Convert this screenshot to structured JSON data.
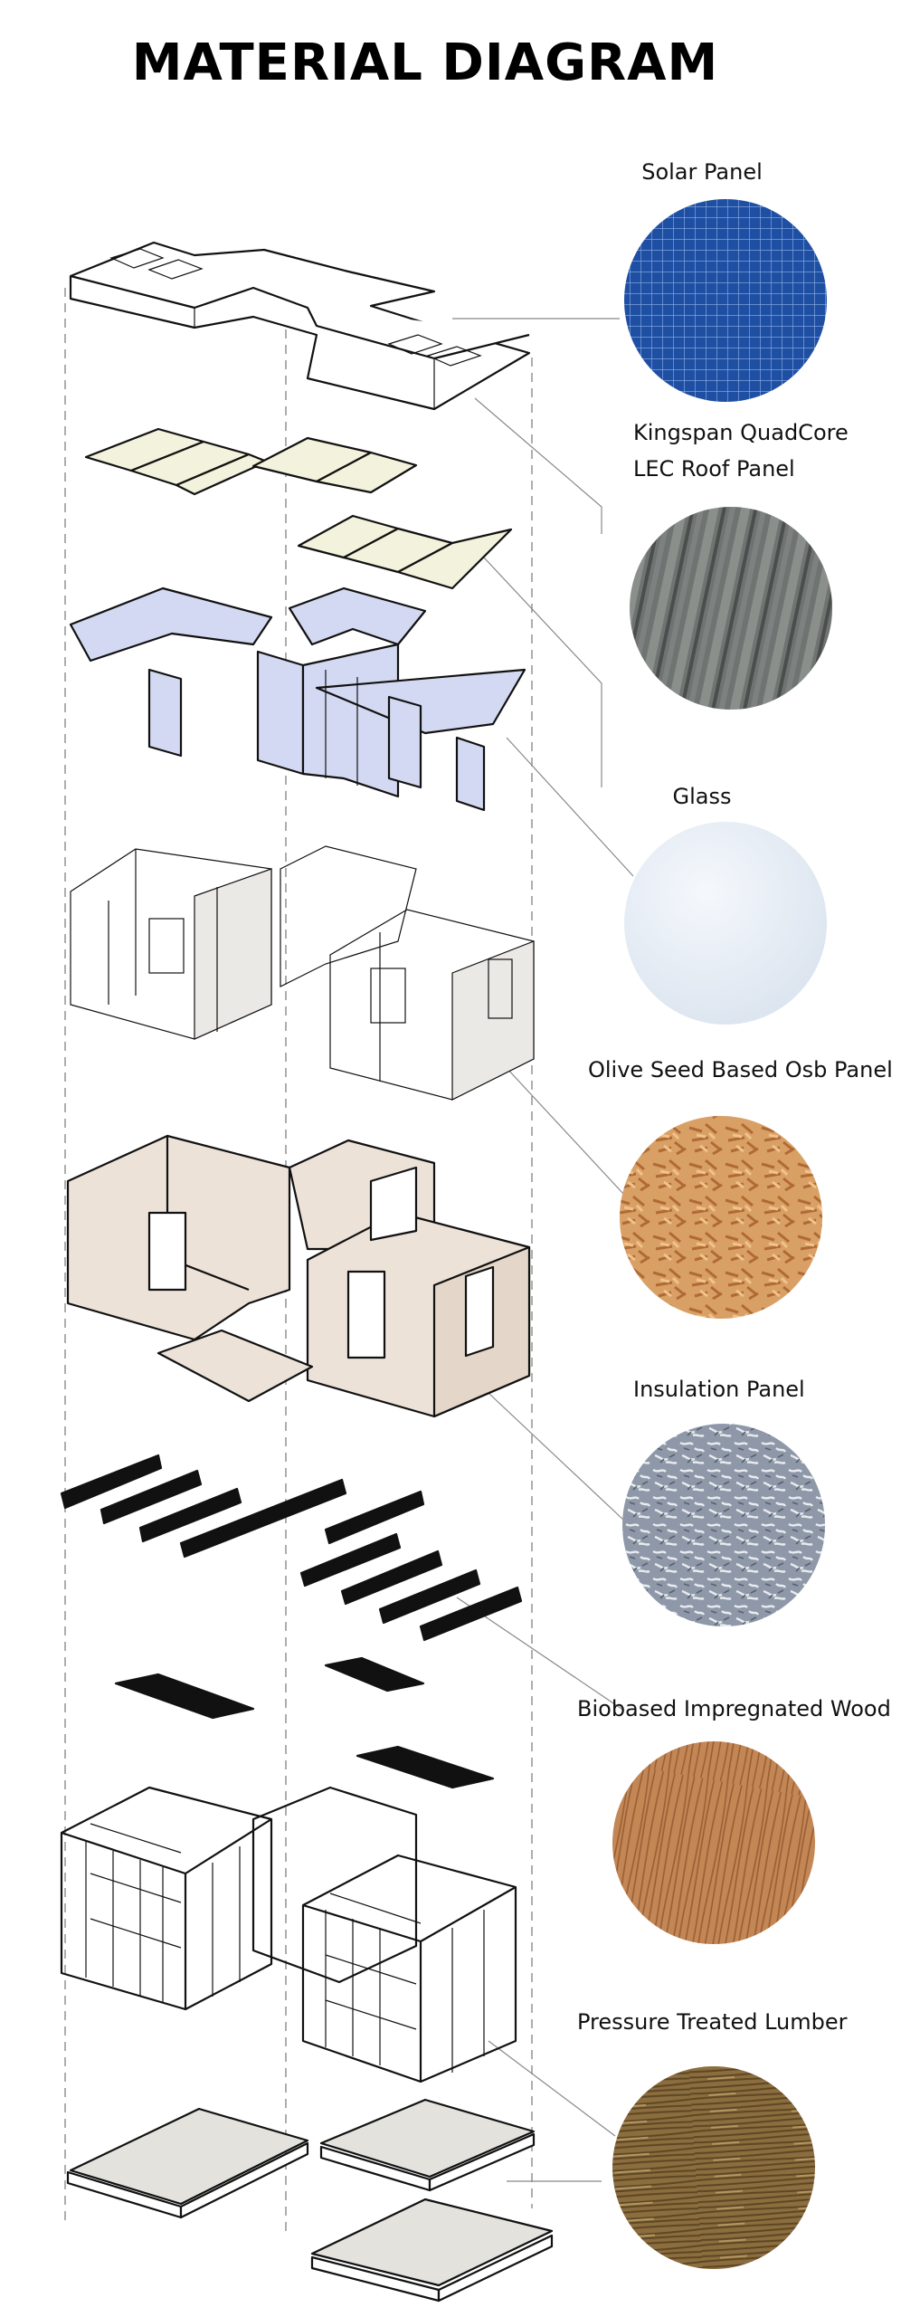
{
  "title": "MATERIAL DIAGRAM",
  "materials": [
    {
      "label": "Solar Panel",
      "swatch": "solar-panel"
    },
    {
      "label_lines": [
        "Kingspan QuadCore",
        "LEC Roof Panel"
      ],
      "swatch": "corrugated-metal"
    },
    {
      "label": "Glass",
      "swatch": "glass"
    },
    {
      "label": "Olive Seed Based Osb Panel",
      "swatch": "osb"
    },
    {
      "label": "Insulation Panel",
      "swatch": "insulation"
    },
    {
      "label": "Biobased Impregnated Wood",
      "swatch": "wood-grain"
    },
    {
      "label": "Pressure Treated Lumber",
      "swatch": "weathered-wood"
    }
  ],
  "colors": {
    "solar": "#1f4fa3",
    "metal": "#6f7472",
    "glass": "#e6eef6",
    "osb": "#d9a066",
    "insulation": "#9aa5b5",
    "wood": "#b9784a",
    "lumber": "#8a6a3a",
    "glass_panel": "#d3d9f2",
    "roof_panel": "#f3f2dc",
    "osb_wall": "#ece2d8"
  }
}
